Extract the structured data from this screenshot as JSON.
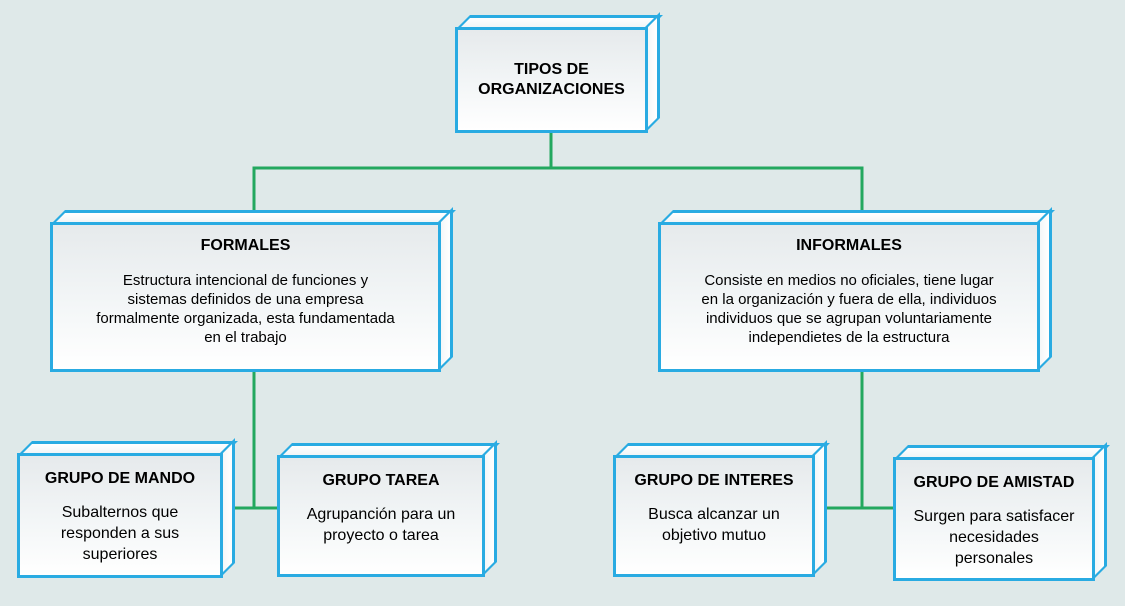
{
  "colors": {
    "background": "#dfe9e9",
    "box_border": "#29abe2",
    "connector": "#23a85f",
    "text": "#000000"
  },
  "diagram": {
    "root": {
      "title": "TIPOS DE\nORGANIZACIONES"
    },
    "branches": [
      {
        "title": "FORMALES",
        "description": "Estructura intencional de funciones y\nsistemas definidos de una empresa\nformalmente organizada, esta fundamentada\nen el trabajo",
        "children": [
          {
            "title": "GRUPO DE MANDO",
            "description": "Subalternos que\nresponden a sus\nsuperiores"
          },
          {
            "title": "GRUPO TAREA",
            "description": "Agrupanción para un\nproyecto o tarea"
          }
        ]
      },
      {
        "title": "INFORMALES",
        "description": "Consiste en medios no oficiales, tiene lugar\nen la organización y fuera de ella, individuos\nindividuos que se agrupan voluntariamente\nindependietes de la estructura",
        "children": [
          {
            "title": "GRUPO DE INTERES",
            "description": "Busca alcanzar un\nobjetivo mutuo"
          },
          {
            "title": "GRUPO DE AMISTAD",
            "description": "Surgen para satisfacer\nnecesidades\npersonales"
          }
        ]
      }
    ]
  }
}
